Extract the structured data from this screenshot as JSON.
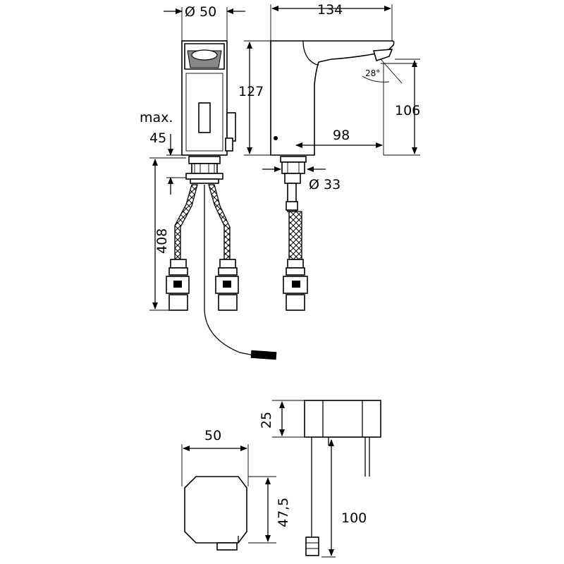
{
  "dimensions": {
    "top_diameter": "Ø 50",
    "top_width": "134",
    "body_height": "127",
    "spout_height": "106",
    "max_label": "max.",
    "max_value": "45",
    "spout_reach": "98",
    "shank_diameter": "Ø 33",
    "spout_angle": "28°",
    "hose_length": "408",
    "box_height": "25",
    "box_width": "50",
    "box_depth": "47,5",
    "cable_length": "100"
  }
}
